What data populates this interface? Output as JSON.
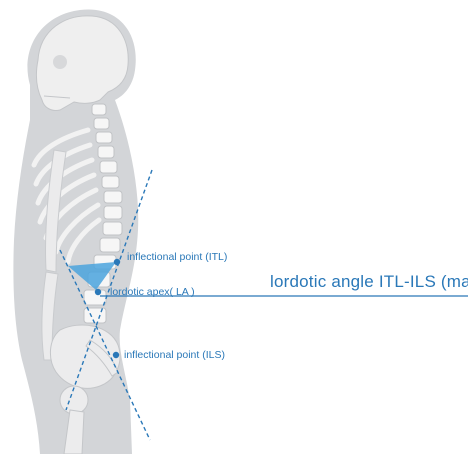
{
  "colors": {
    "accent": "#2a78b8",
    "angle_fill": "#4aa3dd",
    "body_gray": "#d3d5d8",
    "bone": "#f4f4f4"
  },
  "labels": {
    "itl": "inflectional point (ITL)",
    "lordotic_angle": "lordotic angle  ITL-ILS (max)",
    "la": "lordotic apex( LA )",
    "ils": "inflectional point (ILS)"
  }
}
